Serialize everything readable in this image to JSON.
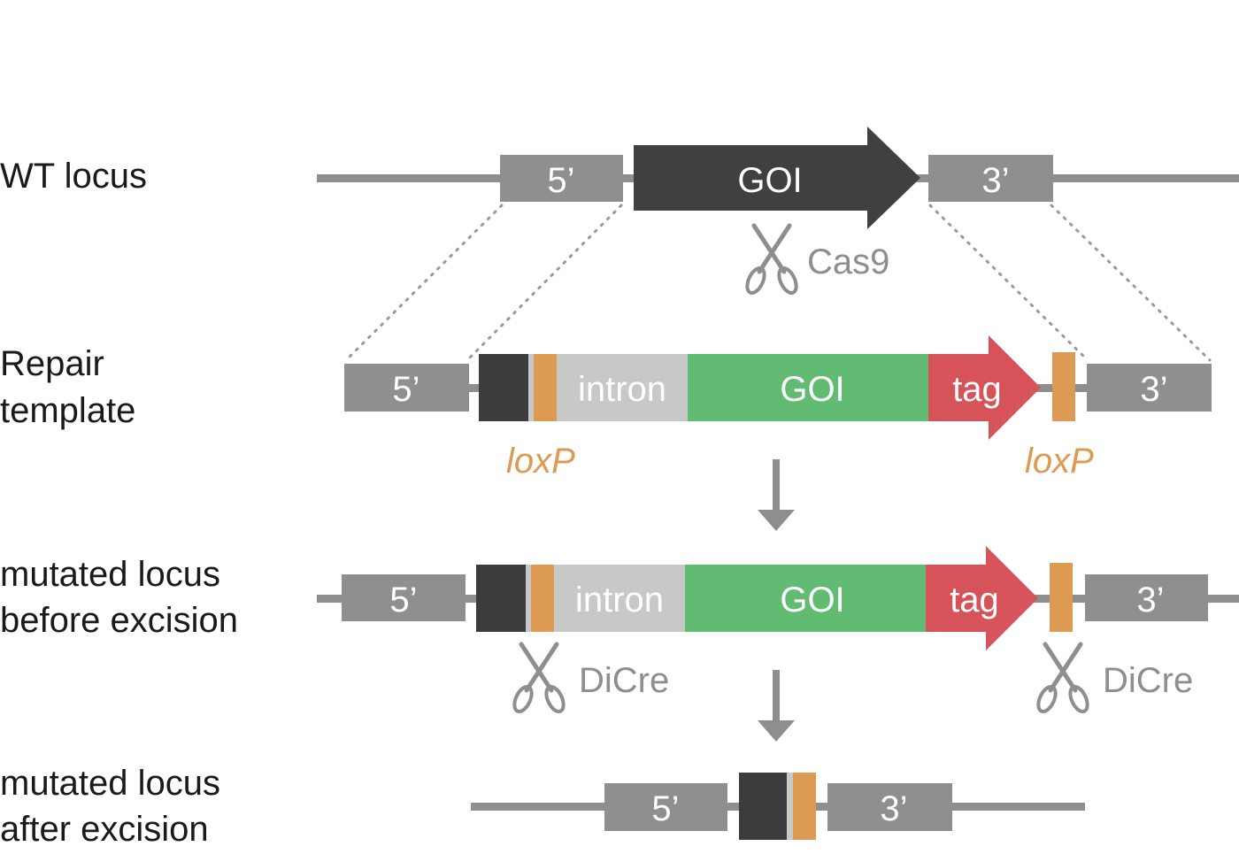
{
  "colors": {
    "line": "#8e8e8e",
    "homology_arm": "#8e8f91",
    "goi_wt": "#404042",
    "goi": "#62bb73",
    "tag": "#d6535a",
    "intron": "#c8c8c8",
    "loxp": "#dc9a52",
    "dark_block": "#3c3c3e",
    "scissors": "#8e8e8e"
  },
  "rows": {
    "wt": {
      "label_1": "WT locus",
      "five": "5’",
      "goi": "GOI",
      "three": "3’",
      "enzyme": "Cas9"
    },
    "repair": {
      "label_1": "Repair",
      "label_2": "template",
      "five": "5’",
      "intron": "intron",
      "goi": "GOI",
      "tag": "tag",
      "three": "3’",
      "lox_left": "loxP",
      "lox_right": "loxP"
    },
    "before": {
      "label_1": "mutated locus",
      "label_2": "before excision",
      "five": "5’",
      "intron": "intron",
      "goi": "GOI",
      "tag": "tag",
      "three": "3’",
      "enzyme_left": "DiCre",
      "enzyme_right": "DiCre"
    },
    "after": {
      "label_1": "mutated locus",
      "label_2": "after excision",
      "five": "5’",
      "three": "3’"
    }
  },
  "icons": [
    "scissors-icon",
    "down-arrow-icon"
  ]
}
